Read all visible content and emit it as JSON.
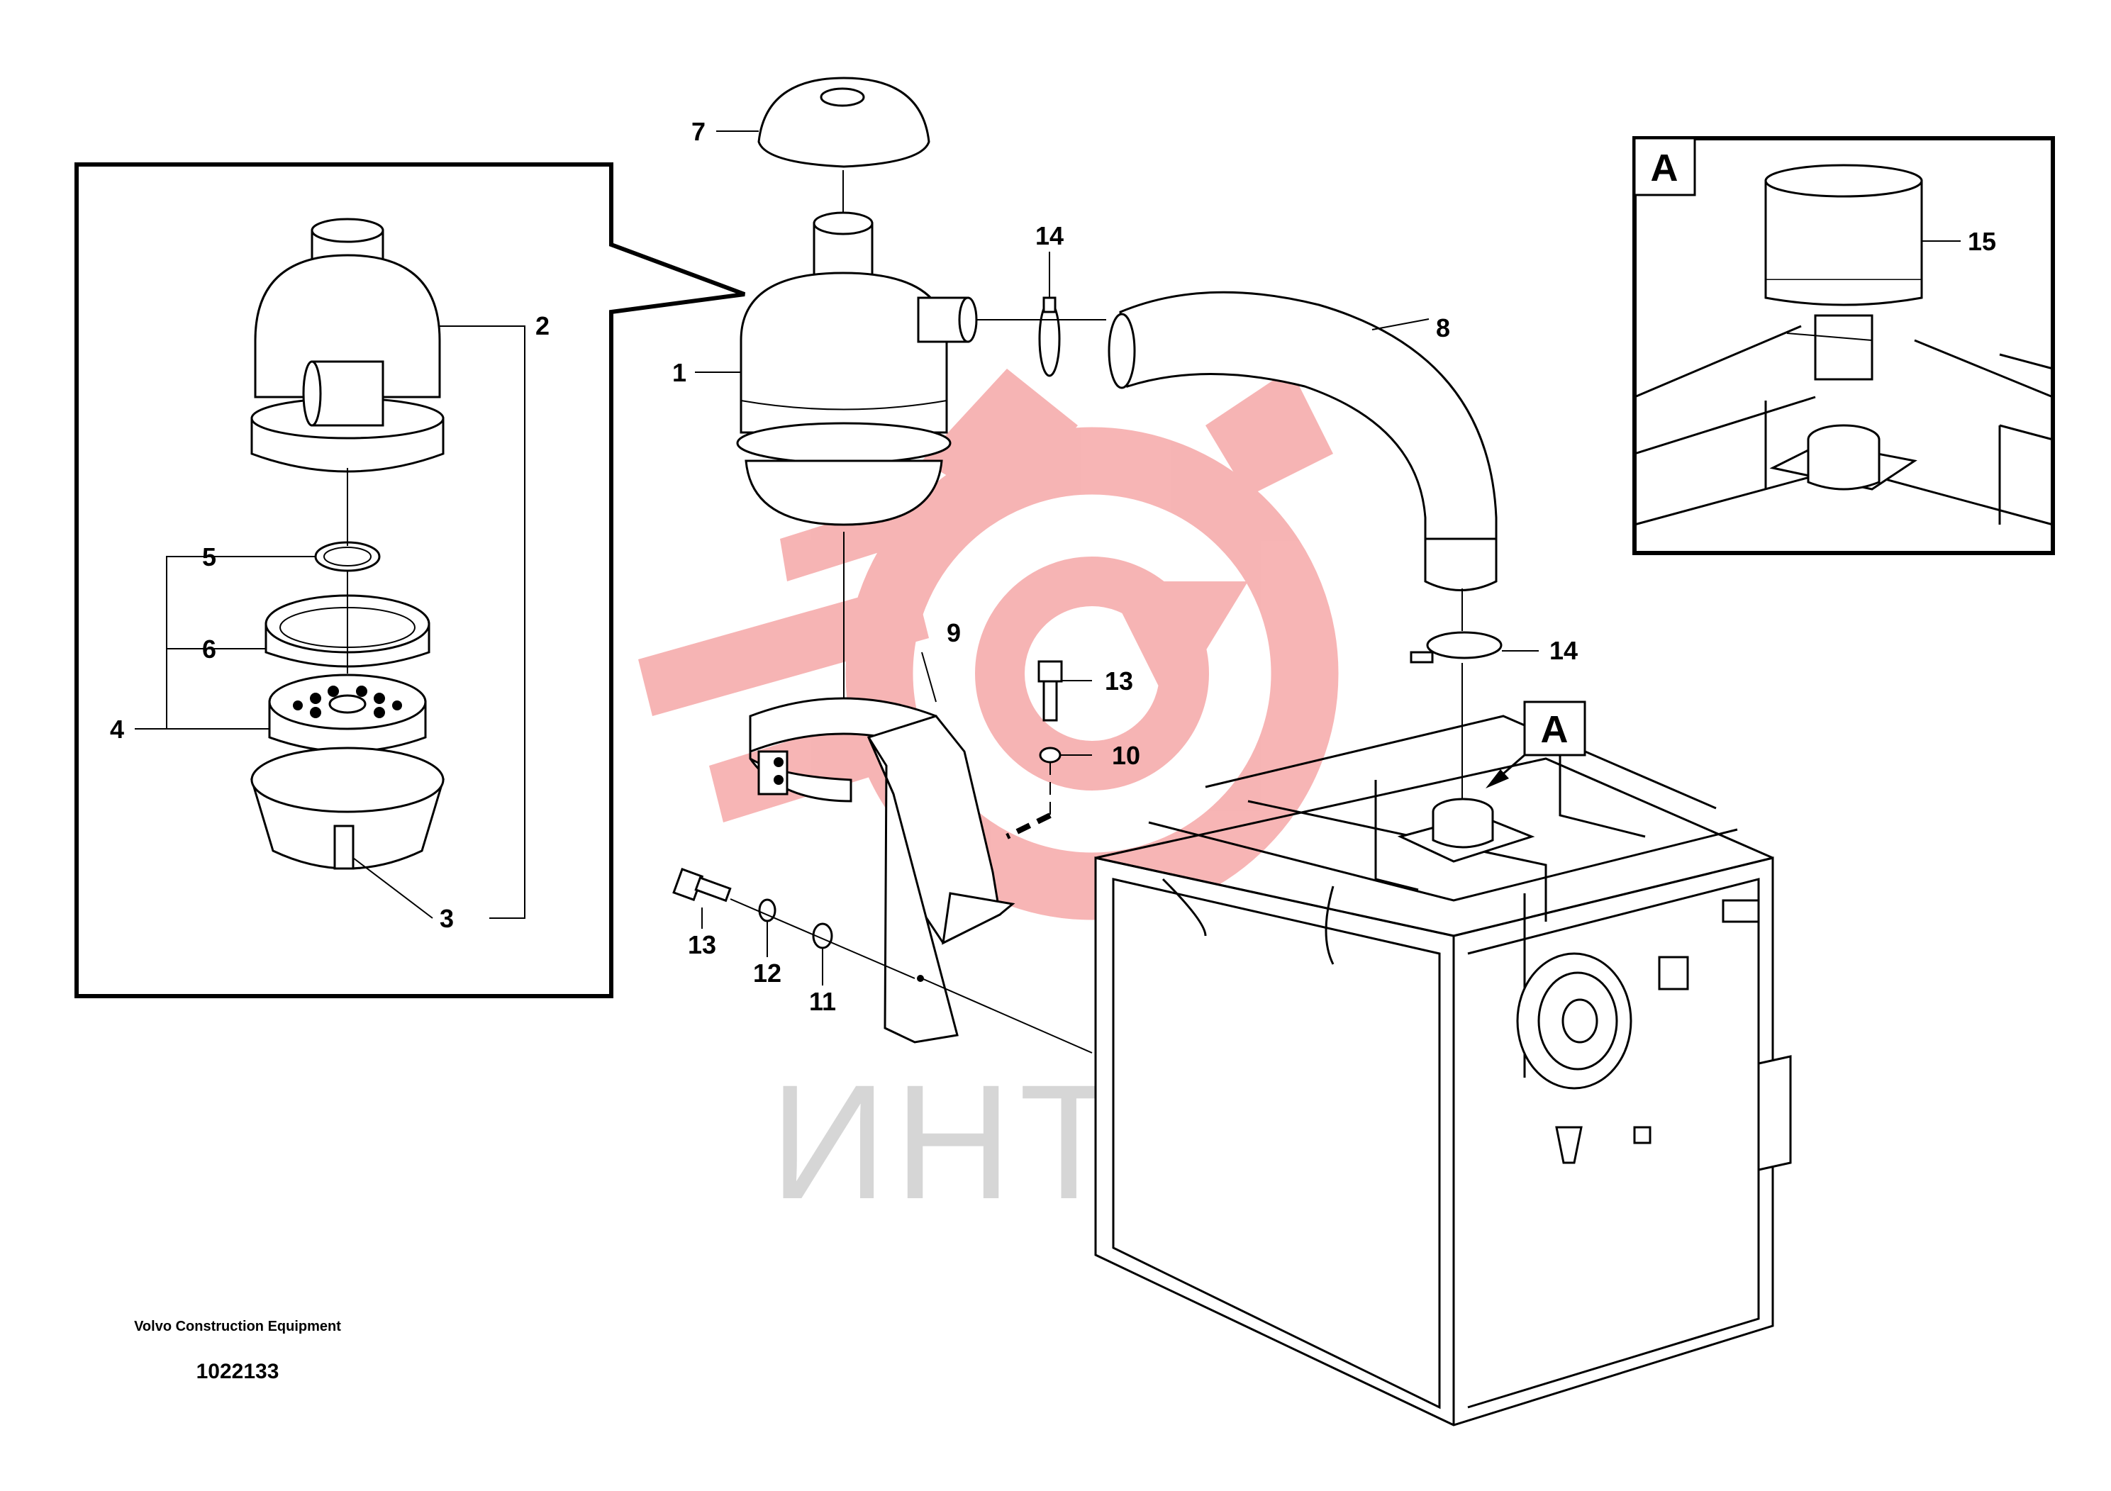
{
  "watermark": {
    "text": "ИНТЕХ",
    "logo_color": "#f3b3b3",
    "text_color": "#d9d9d9"
  },
  "detail_view": {
    "label": "A"
  },
  "view_marker": {
    "label": "A"
  },
  "callouts": {
    "c1": "1",
    "c2": "2",
    "c3": "3",
    "c4": "4",
    "c5": "5",
    "c6": "6",
    "c7": "7",
    "c8": "8",
    "c9": "9",
    "c10": "10",
    "c11": "11",
    "c12": "12",
    "c13a": "13",
    "c13b": "13",
    "c14a": "14",
    "c14b": "14",
    "c15": "15"
  },
  "credits": {
    "company": "Volvo Construction Equipment",
    "drawing_number": "1022133"
  }
}
